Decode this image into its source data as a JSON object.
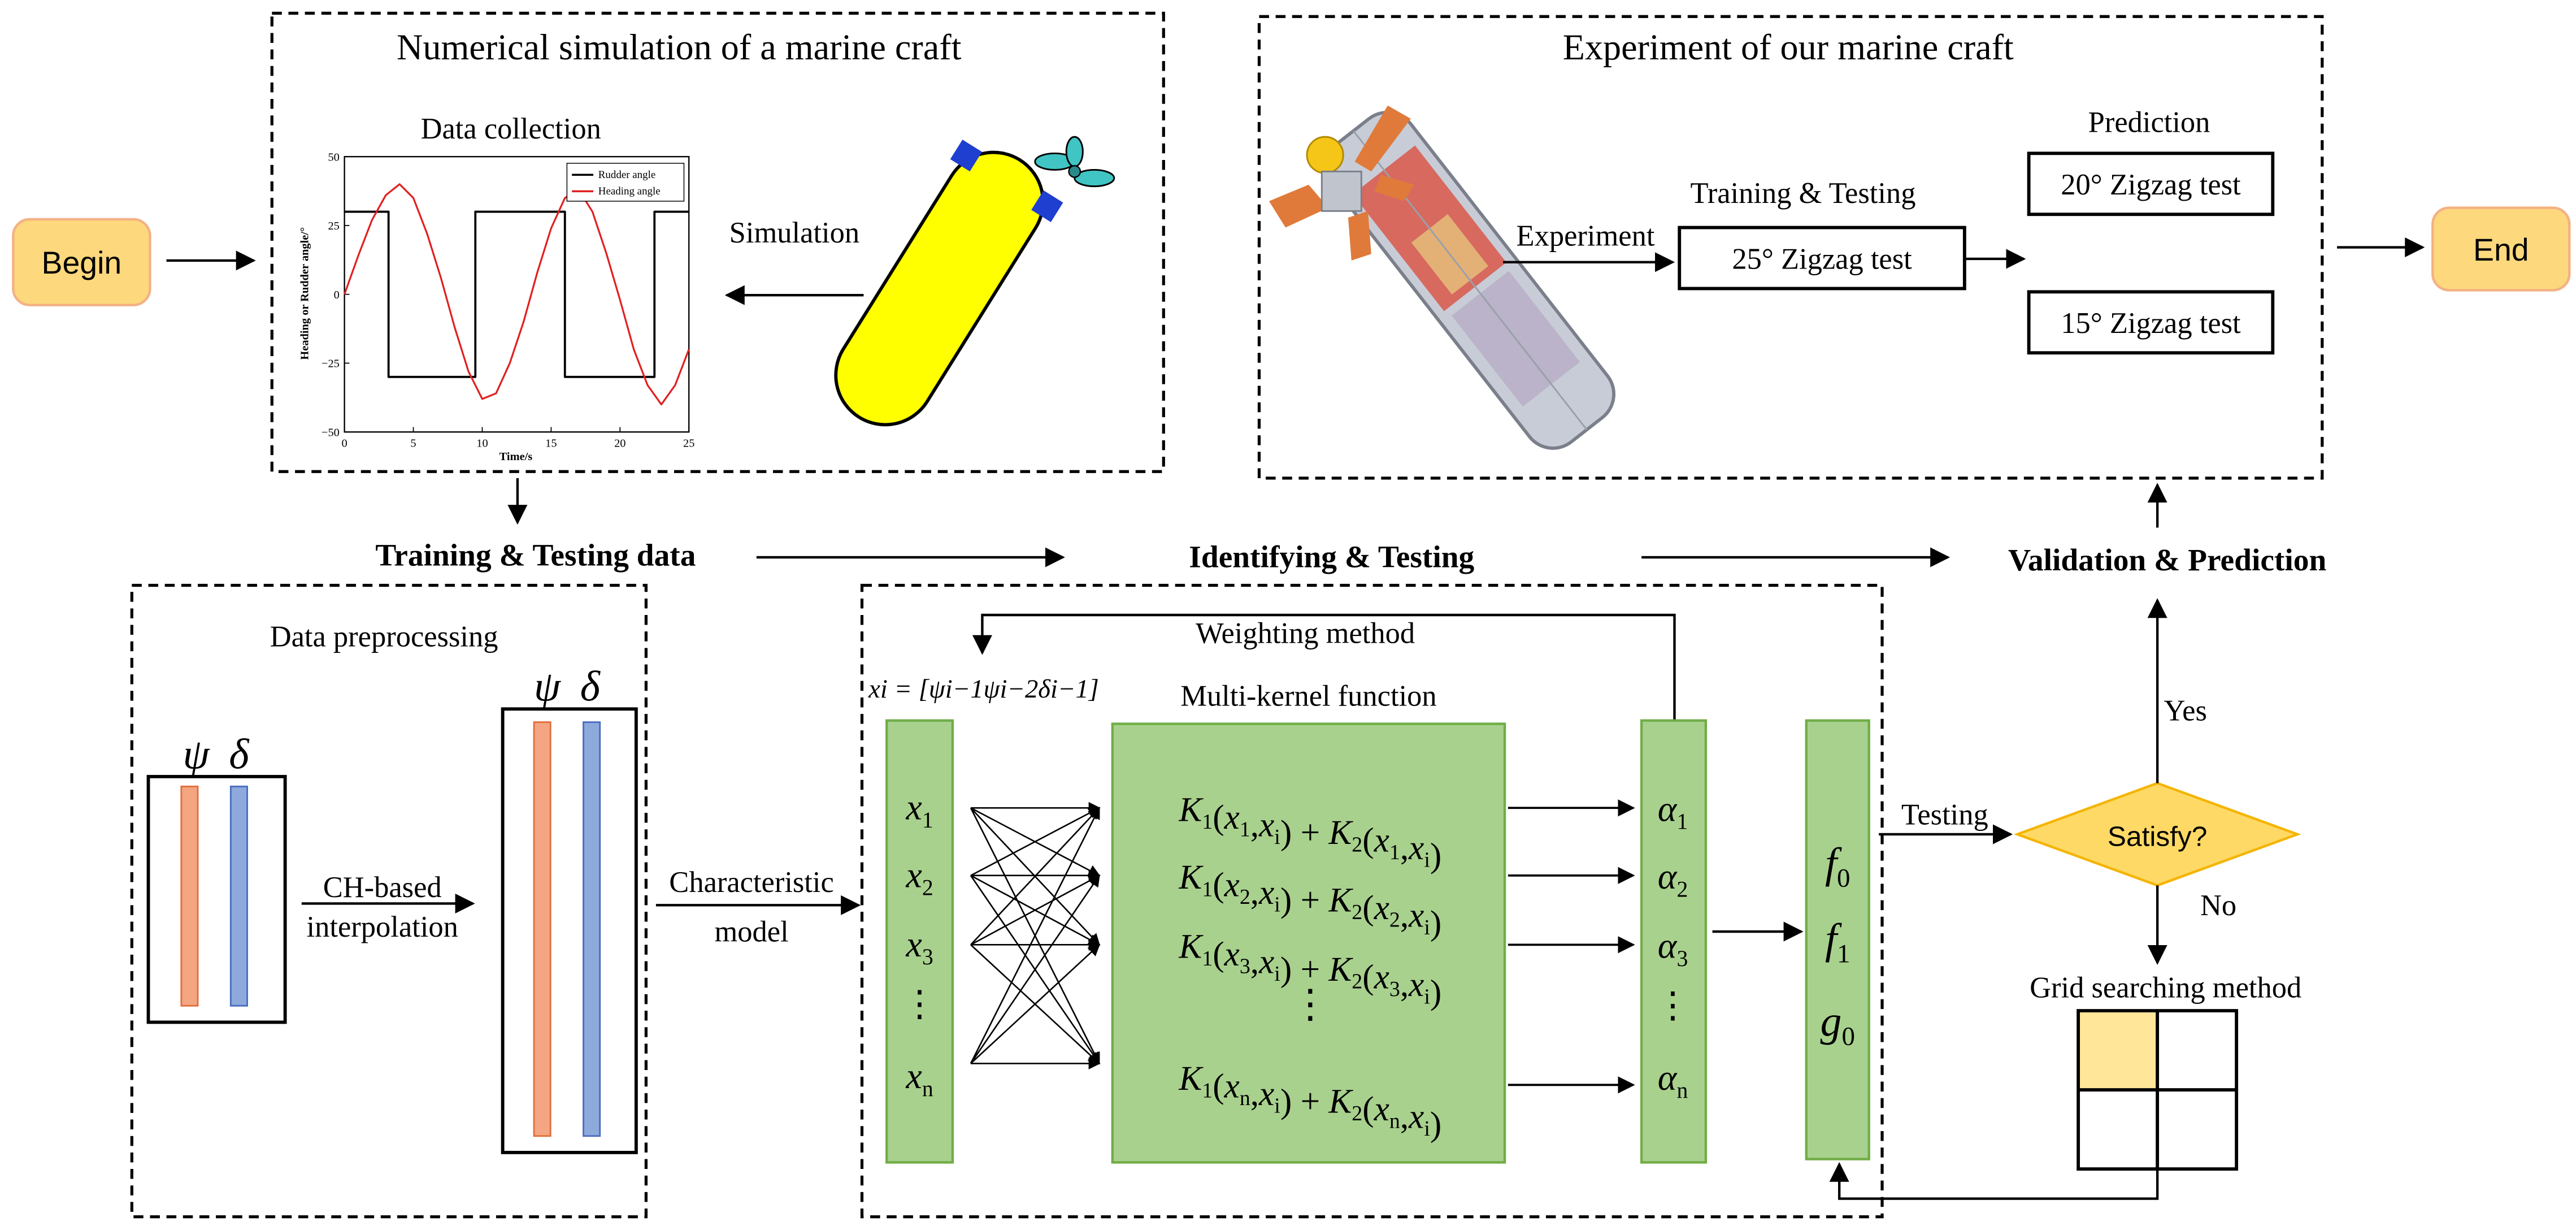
{
  "nodes": {
    "begin": "Begin",
    "end": "End",
    "satisfy": "Satisfy?"
  },
  "sim_box": {
    "title": "Numerical simulation of a marine craft",
    "chart_title": "Data collection",
    "simulation_label": "Simulation"
  },
  "exp_box": {
    "title": "Experiment of our marine craft",
    "experiment_label": "Experiment",
    "training_label": "Training & Testing",
    "train_test": "25° Zigzag test",
    "prediction_label": "Prediction",
    "pred_1": "20° Zigzag test",
    "pred_2": "15° Zigzag test"
  },
  "stages": {
    "training_data": "Training & Testing data",
    "identifying": "Identifying & Testing",
    "validation": "Validation & Prediction"
  },
  "preprocess_box": {
    "title": "Data preprocessing",
    "psi": "ψ",
    "delta": "δ",
    "interp_1": "CH-based",
    "interp_2": "interpolation",
    "char_1": "Characteristic",
    "char_2": "model"
  },
  "ident_box": {
    "weighting": "Weighting method",
    "multikernel": "Multi-kernel function",
    "input_def": "xi = [ψi−1ψi−2δi−1]",
    "inputs": [
      "x1",
      "x2",
      "x3",
      "⋮",
      "xn"
    ],
    "kernels": [
      "K1(x1,xi) + K2(x1,xi)",
      "K1(x2,xi) + K2(x2,xi)",
      "K1(x3,xi) + K2(x3,xi)",
      "⋮",
      "K1(xn,xi) + K2(xn,xi)"
    ],
    "alphas": [
      "α1",
      "α2",
      "α3",
      "⋮",
      "αn"
    ],
    "outputs": [
      "f0",
      "f1",
      "g0"
    ]
  },
  "decision": {
    "testing": "Testing",
    "yes": "Yes",
    "no": "No",
    "grid": "Grid searching method"
  },
  "colors": {
    "green_fill": "#a9d18e",
    "green_stroke": "#70ad47",
    "orange_node": "#fdd87d",
    "orange_node_stroke": "#f4b183",
    "diamond": "#ffd966",
    "diamond_stroke": "#f4b400",
    "bar_orange": "#f4a582",
    "bar_blue": "#8ea9db",
    "yellow_vehicle": "#ffff00",
    "grid_highlight": "#ffe699"
  },
  "chart_data": {
    "type": "line",
    "title": "",
    "xlabel": "Time/s",
    "ylabel": "Heading or Rudder angle/°",
    "xlim": [
      0,
      25
    ],
    "ylim": [
      -50,
      50
    ],
    "xticks": [
      0,
      5,
      10,
      15,
      20,
      25
    ],
    "yticks": [
      50,
      25,
      0,
      -25,
      -50
    ],
    "legend_position": "top-right",
    "series": [
      {
        "name": "Rudder angle",
        "color": "#000000",
        "x": [
          0,
          3.2,
          3.2,
          9.5,
          9.5,
          16.0,
          16.0,
          22.5,
          22.5,
          25
        ],
        "y": [
          30,
          30,
          -30,
          -30,
          30,
          30,
          -30,
          -30,
          30,
          30
        ]
      },
      {
        "name": "Heading angle",
        "color": "#e02020",
        "x": [
          0,
          1,
          2,
          3,
          4,
          5,
          6,
          7,
          8,
          9,
          10,
          11,
          12,
          13,
          14,
          15,
          16,
          17,
          18,
          19,
          20,
          21,
          22,
          23,
          24,
          25
        ],
        "y": [
          0,
          14,
          27,
          36,
          40,
          35,
          22,
          6,
          -12,
          -28,
          -38,
          -36,
          -25,
          -10,
          8,
          24,
          35,
          38,
          30,
          15,
          -2,
          -20,
          -33,
          -40,
          -33,
          -20
        ]
      }
    ]
  }
}
